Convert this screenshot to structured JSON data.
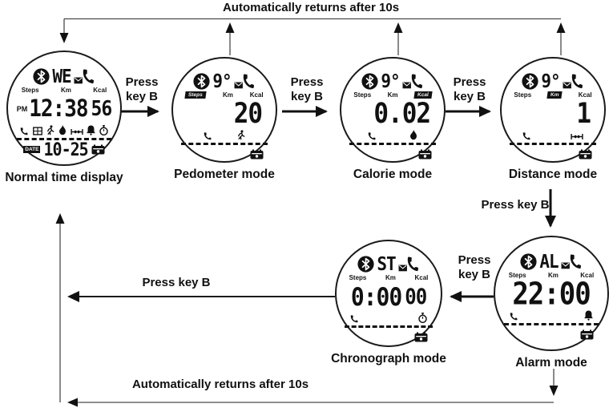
{
  "labels": {
    "auto_return_top": "Automatically returns after 10s",
    "auto_return_bottom": "Automatically returns after 10s",
    "press": "Press key B",
    "press_l1": "Press",
    "press_l2": "key B"
  },
  "colors": {
    "ink": "#111111",
    "line": "#4a4a4a"
  },
  "watches": [
    {
      "label": "Normal time display",
      "mode_indicator": "WE",
      "units": [
        "Steps",
        "Km",
        "Kcal"
      ],
      "highlight_unit": "",
      "ampm": "PM",
      "main": "12:38",
      "secondary": "56",
      "date_tag": "DATE",
      "date": "10-25",
      "status_icons": [
        "phone",
        "grid",
        "runner",
        "flame",
        "distance",
        "bell",
        "stopwatch"
      ]
    },
    {
      "label": "Pedometer mode",
      "mode_indicator": "9°",
      "units": [
        "Steps",
        "Km",
        "Kcal"
      ],
      "highlight_unit": "Steps",
      "main": "20",
      "status_icons": [
        "phone",
        "runner"
      ]
    },
    {
      "label": "Calorie mode",
      "mode_indicator": "9°",
      "units": [
        "Steps",
        "Km",
        "Kcal"
      ],
      "highlight_unit": "Kcal",
      "main": "0.02",
      "status_icons": [
        "phone",
        "flame"
      ]
    },
    {
      "label": "Distance mode",
      "mode_indicator": "9°",
      "units": [
        "Steps",
        "Km",
        "Kcal"
      ],
      "highlight_unit": "Km",
      "main": "1",
      "status_icons": [
        "phone",
        "distance"
      ]
    },
    {
      "label": "Chronograph mode",
      "mode_indicator": "ST",
      "units": [
        "Steps",
        "Km",
        "Kcal"
      ],
      "highlight_unit": "",
      "main": "0:00",
      "secondary": "00",
      "status_icons": [
        "phone",
        "stopwatch"
      ]
    },
    {
      "label": "Alarm mode",
      "mode_indicator": "AL",
      "units": [
        "Steps",
        "Km",
        "Kcal"
      ],
      "highlight_unit": "",
      "main": "22:00",
      "status_icons": [
        "phone",
        "bell"
      ]
    }
  ]
}
